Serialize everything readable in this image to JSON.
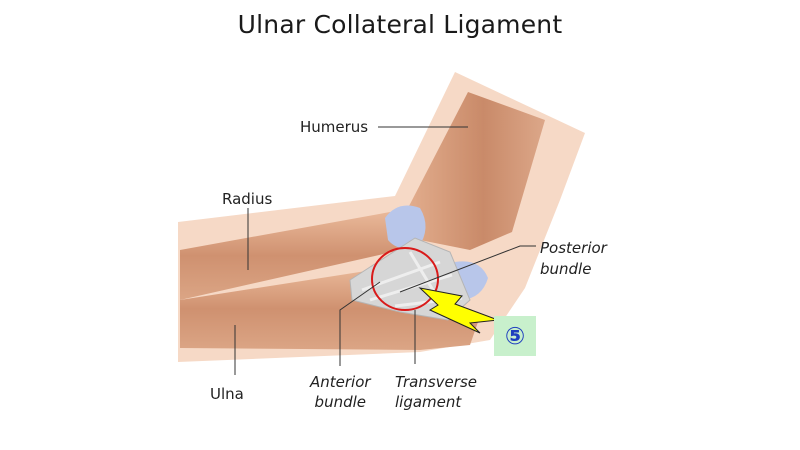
{
  "title": "Ulnar Collateral Ligament",
  "labels": {
    "humerus": "Humerus",
    "radius": "Radius",
    "ulna": "Ulna",
    "posterior_bundle": "Posterior\nbundle",
    "anterior_bundle": "Anterior\nbundle",
    "transverse_ligament": "Transverse\nligament"
  },
  "badge": "⑤",
  "colors": {
    "skin": "#f6d9c6",
    "bone": "#d9a180",
    "cartilage": "#b8c6ea",
    "ligament": "#d6d6d6",
    "highlight_circle": "#d91a1a",
    "lightning": "#ffff00",
    "badge_bg": "#c8f0cc"
  }
}
